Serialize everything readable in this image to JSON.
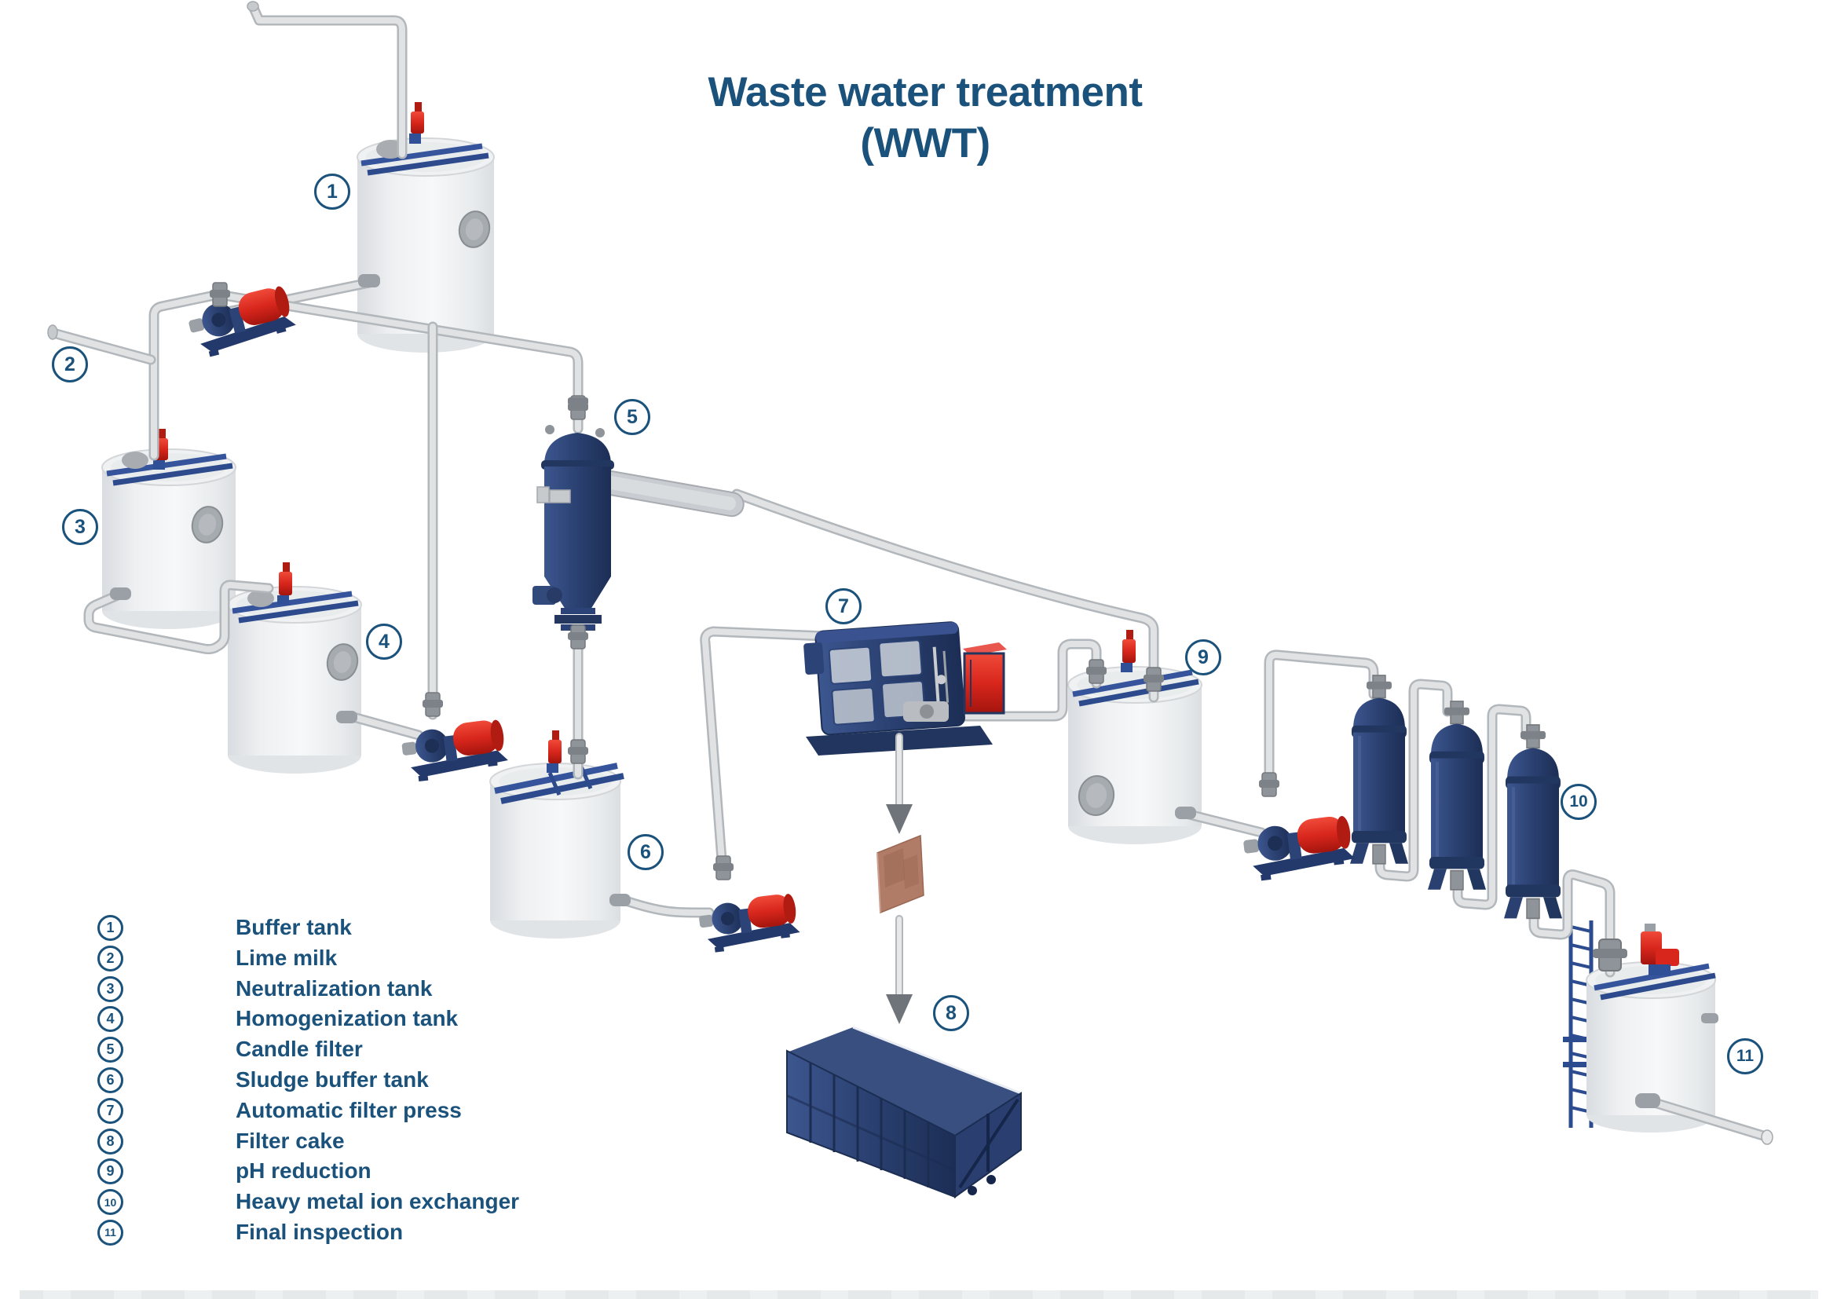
{
  "title": {
    "line1": "Waste water treatment",
    "line2": "(WWT)"
  },
  "legend": {
    "items": [
      {
        "number": "1",
        "label": "Buffer tank"
      },
      {
        "number": "2",
        "label": "Lime milk"
      },
      {
        "number": "3",
        "label": "Neutralization tank"
      },
      {
        "number": "4",
        "label": "Homogenization tank"
      },
      {
        "number": "5",
        "label": "Candle filter"
      },
      {
        "number": "6",
        "label": "Sludge buffer tank"
      },
      {
        "number": "7",
        "label": "Automatic filter press"
      },
      {
        "number": "8",
        "label": "Filter cake"
      },
      {
        "number": "9",
        "label": "pH reduction"
      },
      {
        "number": "10",
        "label": "Heavy metal ion exchanger"
      },
      {
        "number": "11",
        "label": "Final inspection"
      }
    ]
  },
  "colors": {
    "text_blue": "#1b527b",
    "equipment_navy": "#2b4071",
    "accent_red": "#d4271d",
    "pipe_gray": "#d9dcdf",
    "tank_gray": "#eef0f2",
    "cake_brown": "#b17c67"
  }
}
